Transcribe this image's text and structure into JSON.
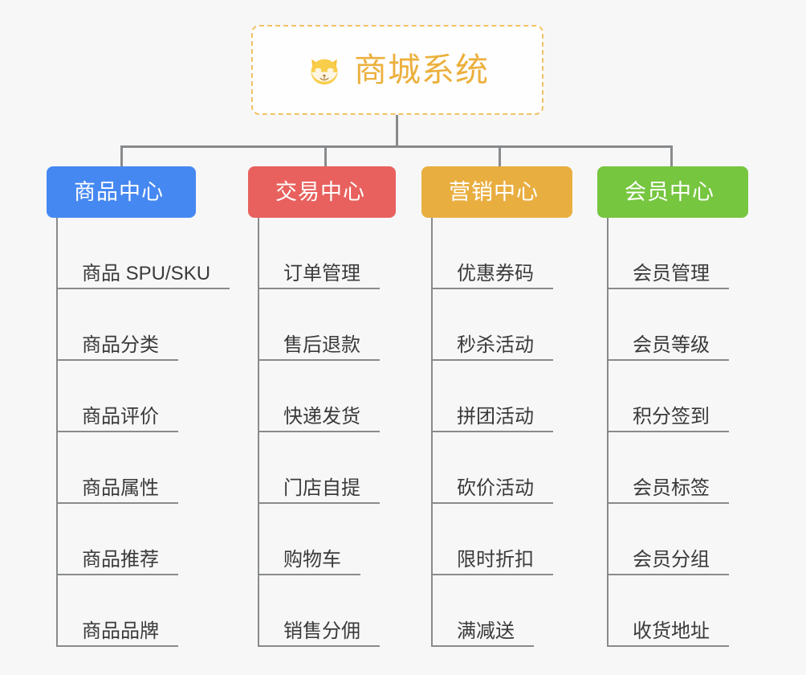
{
  "root": {
    "title": "商城系统",
    "icon": "shiba-dog-face-icon",
    "border_color": "#f2c166",
    "text_color": "#ecb03e"
  },
  "colors": {
    "background": "#f7f7f7",
    "line": "#888a8c",
    "leaf_text": "#3a3a3a"
  },
  "categories": [
    {
      "label": "商品中心",
      "color": "#4688f1",
      "leaves": [
        {
          "label": "商品 SPU/SKU"
        },
        {
          "label": "商品分类"
        },
        {
          "label": "商品评价"
        },
        {
          "label": "商品属性"
        },
        {
          "label": "商品推荐"
        },
        {
          "label": "商品品牌"
        }
      ]
    },
    {
      "label": "交易中心",
      "color": "#e8615e",
      "leaves": [
        {
          "label": "订单管理"
        },
        {
          "label": "售后退款"
        },
        {
          "label": "快递发货"
        },
        {
          "label": "门店自提"
        },
        {
          "label": "购物车"
        },
        {
          "label": "销售分佣"
        }
      ]
    },
    {
      "label": "营销中心",
      "color": "#e9ae40",
      "leaves": [
        {
          "label": "优惠券码"
        },
        {
          "label": "秒杀活动"
        },
        {
          "label": "拼团活动"
        },
        {
          "label": "砍价活动"
        },
        {
          "label": "限时折扣"
        },
        {
          "label": "满减送"
        }
      ]
    },
    {
      "label": "会员中心",
      "color": "#76c63f",
      "leaves": [
        {
          "label": "会员管理"
        },
        {
          "label": "会员等级"
        },
        {
          "label": "积分签到"
        },
        {
          "label": "会员标签"
        },
        {
          "label": "会员分组"
        },
        {
          "label": "收货地址"
        }
      ]
    }
  ]
}
